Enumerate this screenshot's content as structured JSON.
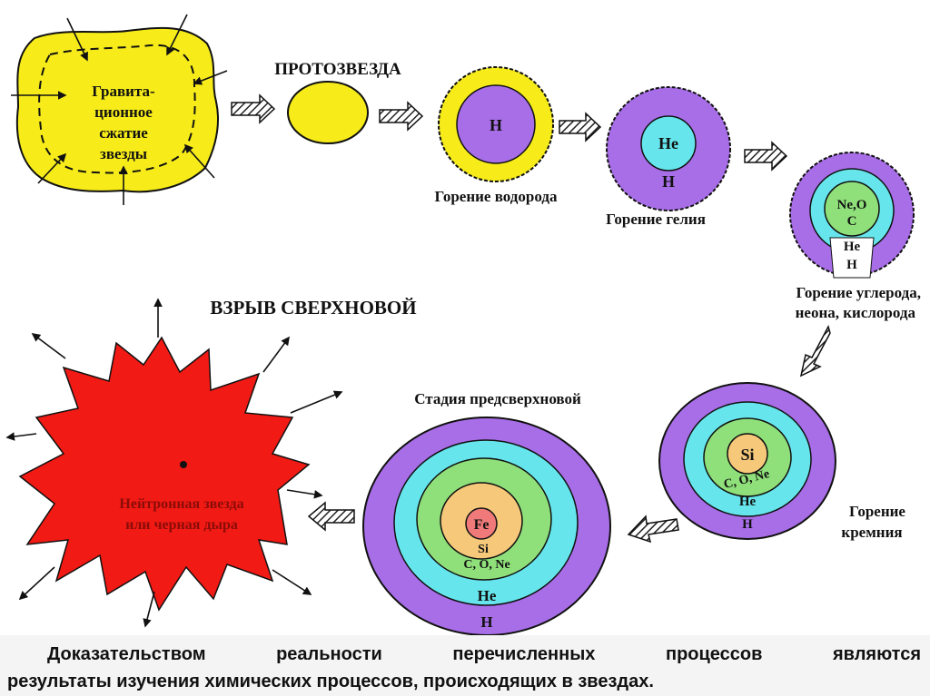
{
  "colors": {
    "yellow": "#f7ec1a",
    "purple": "#a86ee8",
    "cyan": "#66e6ec",
    "green": "#8fe07a",
    "orange": "#f6c87a",
    "pink": "#f07a7a",
    "red": "#f21a14"
  },
  "stages": {
    "gravity_label_lines": [
      "Гравита-",
      "ционное",
      "сжатие",
      "звезды"
    ],
    "protostar_title": "ПРОТОЗВЕЗДА",
    "hydrogen": {
      "core": "H",
      "caption": "Горение водорода"
    },
    "helium": {
      "core": "He",
      "shell": "H",
      "caption": "Горение гелия"
    },
    "carbon": {
      "core_line1": "Ne,O",
      "core_line2": "C",
      "shell1": "He",
      "shell2": "H",
      "caption_line1": "Горение углерода,",
      "caption_line2": "неона, кислорода"
    },
    "silicon": {
      "core": "Si",
      "ring": "C, O, Ne",
      "shell1": "He",
      "shell2": "H",
      "caption_line1": "Горение",
      "caption_line2": "кремния"
    },
    "presupernova": {
      "title": "Стадия предсверхновой",
      "core": "Fe",
      "ring1": "Si",
      "ring2": "C, O, Ne",
      "ring3": "He",
      "ring4": "H"
    },
    "supernova": {
      "title": "ВЗРЫВ СВЕРХНОВОЙ",
      "label_line1": "Нейтронная звезда",
      "label_line2": "или черная дыра"
    }
  },
  "caption": {
    "line1_words": [
      "Доказательством",
      "реальности",
      "перечисленных",
      "процессов",
      "являются"
    ],
    "line2": "результаты изучения химических процессов, происходящих в звездах."
  }
}
